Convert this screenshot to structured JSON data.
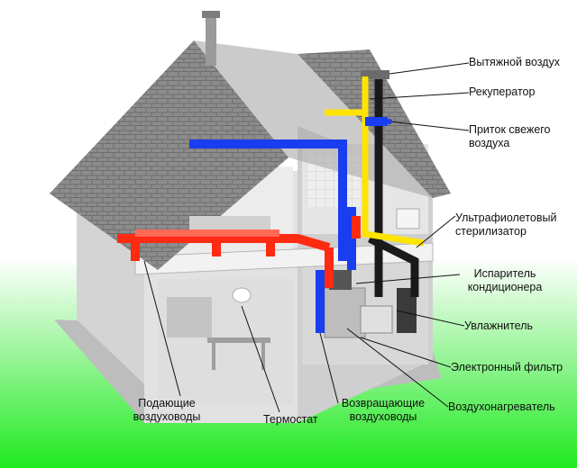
{
  "labels": {
    "exhaust_air": "Вытяжной воздух",
    "recuperator": "Рекуператор",
    "fresh_air_intake": "Приток свежего\nвоздуха",
    "uv_sterilizer": "Ультрафиолетовый\nстерилизатор",
    "ac_evaporator": "Испаритель\nкондиционера",
    "humidifier": "Увлажнитель",
    "electronic_filter": "Электронный фильтр",
    "air_heater": "Воздухонагреватель",
    "supply_ducts": "Подающие\nвоздуховоды",
    "thermostat": "Термостат",
    "return_ducts": "Возвращающие\nвоздуховоды"
  },
  "colors": {
    "supply_duct": "#ff2a12",
    "return_duct": "#1a3df0",
    "fresh_air_duct": "#ffe400",
    "exhaust_duct": "#1a1a1a",
    "ground_gradient_bottom": "#1fea1f",
    "roof": "#8c8c8c",
    "walls": "#d9d9d9"
  }
}
